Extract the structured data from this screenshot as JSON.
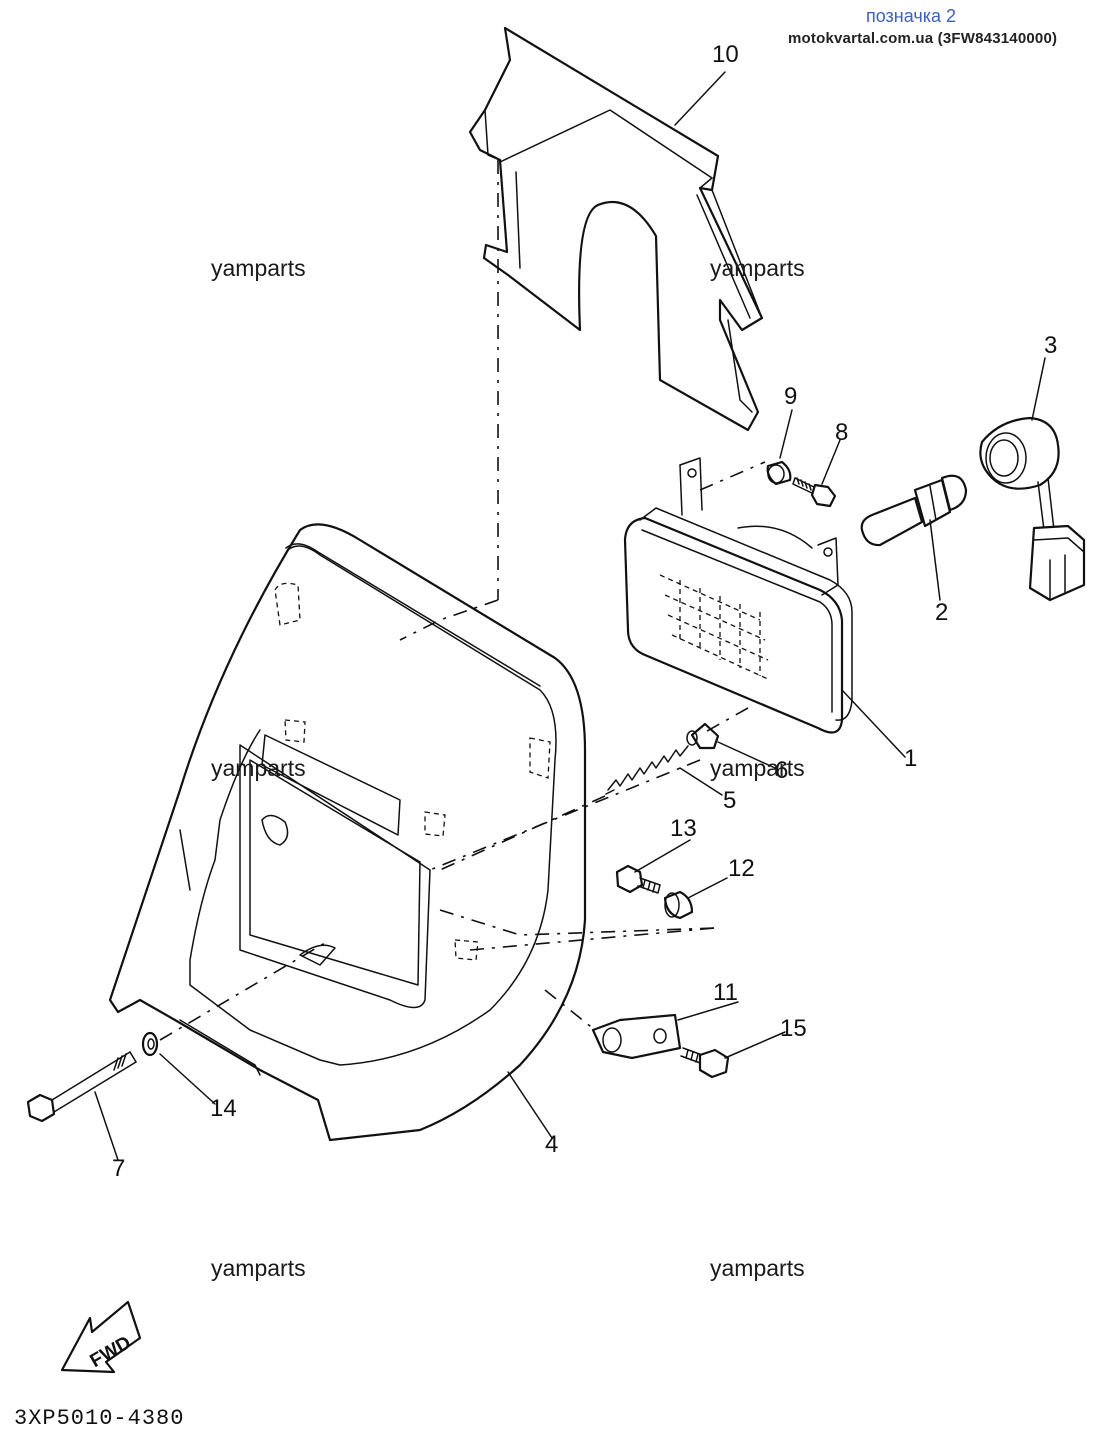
{
  "header": {
    "label": "позначка 2",
    "source": "motokvartal.com.ua (3FW843140000)"
  },
  "watermark": "yamparts",
  "diagram_code": "3XP5010-4380",
  "fwd_label": "FWD",
  "callouts": [
    "1",
    "2",
    "3",
    "4",
    "5",
    "6",
    "7",
    "8",
    "9",
    "10",
    "11",
    "12",
    "13",
    "14",
    "15"
  ]
}
